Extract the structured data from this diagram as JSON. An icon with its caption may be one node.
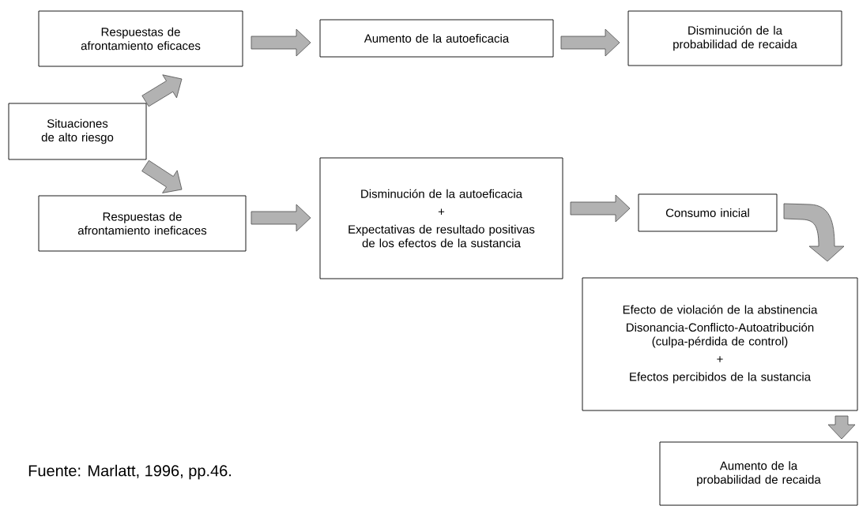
{
  "diagram": {
    "nodes": [
      {
        "text": [
          "Situaciones de alto riesgo"
        ]
      },
      {
        "text": [
          "Respuestas de afrontamiento eficaces"
        ]
      },
      {
        "text": [
          "Aumento de la autoeficacia"
        ]
      },
      {
        "text": [
          "Disminución de la probabilidad de recaida"
        ]
      },
      {
        "text": [
          "Respuestas de afrontamiento ineficaces"
        ]
      },
      {
        "text": [
          "Disminución de la autoeficacia",
          "+",
          "Expectativas de resultado positivas de los efectos de la sustancia"
        ]
      },
      {
        "text": [
          "Consumo inicial"
        ]
      },
      {
        "text": [
          "Efecto de violación de la abstinencia",
          "Disonancia-Conflicto-Autoatribución (culpa-pérdida de control)",
          "+",
          "Efectos percibidos de la sustancia"
        ]
      },
      {
        "text": [
          "Aumento de la probabilidad de recaida"
        ]
      }
    ],
    "edges": [
      {
        "from": 0,
        "to": 1,
        "arrow": "to"
      },
      {
        "from": 0,
        "to": 4,
        "arrow": "to"
      },
      {
        "from": 1,
        "to": 2,
        "arrow": "to"
      },
      {
        "from": 2,
        "to": 3,
        "arrow": "to"
      },
      {
        "from": 4,
        "to": 5,
        "arrow": "to"
      },
      {
        "from": 5,
        "to": 6,
        "arrow": "to"
      },
      {
        "from": 6,
        "to": 7,
        "arrow": "to"
      },
      {
        "from": 7,
        "to": 8,
        "arrow": "to"
      }
    ],
    "labels": [
      "Fuente: Marlatt, 1996, pp.46."
    ]
  }
}
